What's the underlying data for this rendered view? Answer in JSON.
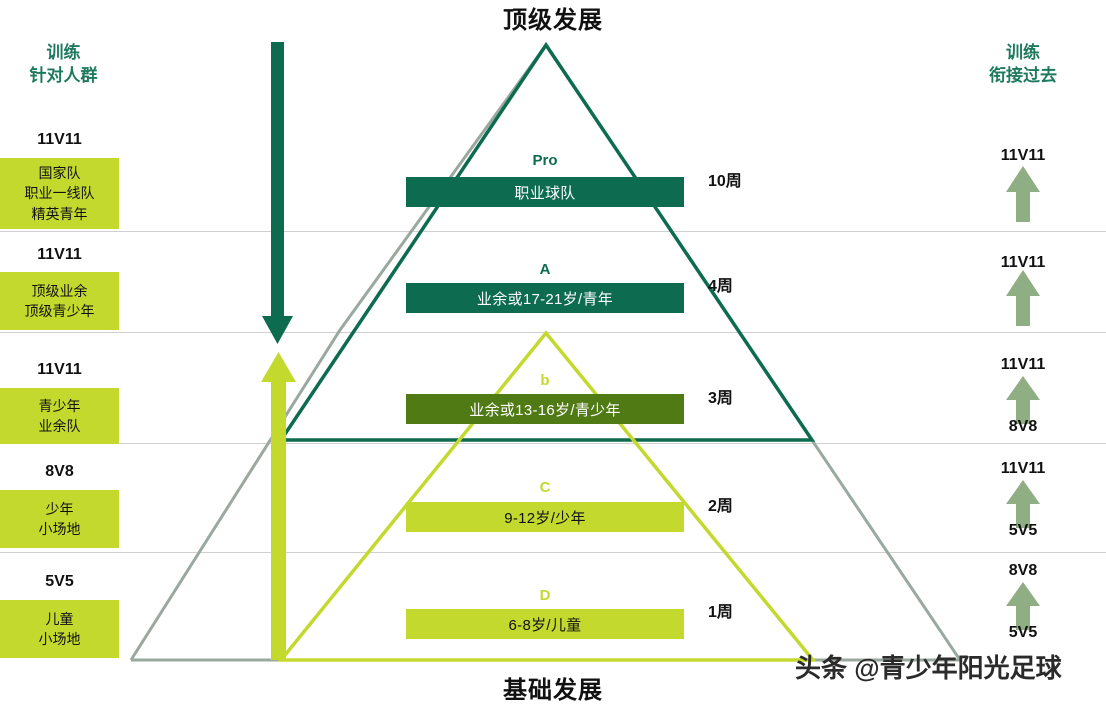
{
  "titles": {
    "top": "顶级发展",
    "bottom": "基础发展"
  },
  "columns": {
    "left_header": "训练\n针对人群",
    "left_header_line1": "训练",
    "left_header_line2": "针对人群",
    "right_header_line1": "训练",
    "right_header_line2": "衔接过去"
  },
  "colors": {
    "dark_green": "#0d6b4f",
    "mid_green": "#4f7a14",
    "yellow_green": "#c4d92e",
    "arrow_green": "#8fae84",
    "grey_line": "#94a59a",
    "header_green": "#1e7a5e",
    "divider": "#d0d0d0"
  },
  "rows": [
    {
      "left_code": "11V11",
      "left_box": [
        "国家队",
        "职业一线队",
        "精英青年"
      ],
      "bar_label": "Pro",
      "bar_text": "职业球队",
      "bar_color": "#0d6b4f",
      "bar_text_color": "#ffffff",
      "bar_label_color": "#0d6b4f",
      "weeks": "10周",
      "right_top": "11V11",
      "right_bottom": ""
    },
    {
      "left_code": "11V11",
      "left_box": [
        "顶级业余",
        "顶级青少年"
      ],
      "bar_label": "A",
      "bar_text": "业余或17-21岁/青年",
      "bar_color": "#0d6b4f",
      "bar_text_color": "#ffffff",
      "bar_label_color": "#0d6b4f",
      "weeks": "4周",
      "right_top": "11V11",
      "right_bottom": ""
    },
    {
      "left_code": "11V11",
      "left_box": [
        "青少年",
        "业余队"
      ],
      "bar_label": "b",
      "bar_text": "业余或13-16岁/青少年",
      "bar_color": "#4f7a14",
      "bar_text_color": "#ffffff",
      "bar_label_color": "#c4d92e",
      "weeks": "3周",
      "right_top": "11V11",
      "right_bottom": "8V8"
    },
    {
      "left_code": "8V8",
      "left_box": [
        "少年",
        "小场地"
      ],
      "bar_label": "C",
      "bar_text": "9-12岁/少年",
      "bar_color": "#c4d92e",
      "bar_text_color": "#111111",
      "bar_label_color": "#c4d92e",
      "weeks": "2周",
      "right_top": "11V11",
      "right_bottom": "5V5"
    },
    {
      "left_code": "5V5",
      "left_box": [
        "儿童",
        "小场地"
      ],
      "bar_label": "D",
      "bar_text": "6-8岁/儿童",
      "bar_color": "#c4d92e",
      "bar_text_color": "#111111",
      "bar_label_color": "#c4d92e",
      "weeks": "1周",
      "right_top": "8V8",
      "right_bottom": "5V5"
    }
  ],
  "arrows": {
    "down_arrow_name": "down-arrow-dark-green",
    "up_arrow_name": "up-arrow-yellow-green",
    "right_arrow_glyph": "▲"
  },
  "watermark": "头条 @青少年阳光足球"
}
